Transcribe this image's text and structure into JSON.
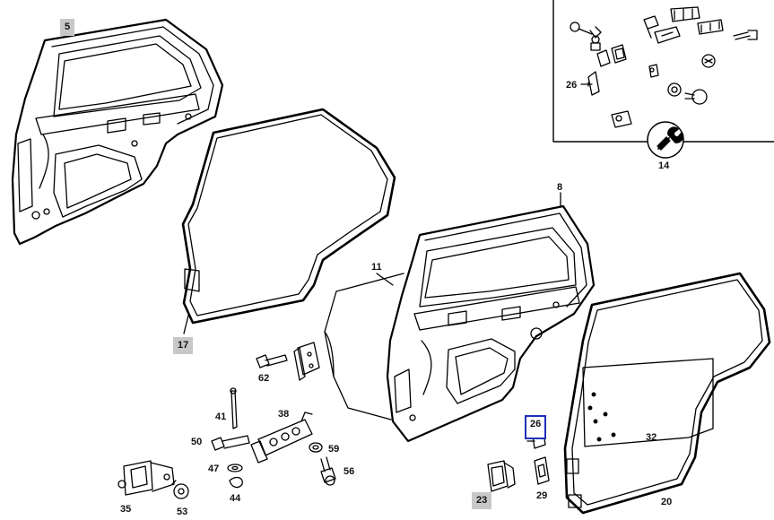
{
  "diagram": {
    "callouts": {
      "c5": "5",
      "c17": "17",
      "c23": "23",
      "c8": "8",
      "c11": "11",
      "c62": "62",
      "c41": "41",
      "c38": "38",
      "c50": "50",
      "c47": "47",
      "c44": "44",
      "c59": "59",
      "c56": "56",
      "c35": "35",
      "c53": "53",
      "c26_inset": "26",
      "c14": "14",
      "c26_selected": "26",
      "c29": "29",
      "c32": "32",
      "c20": "20"
    },
    "colors": {
      "line": "#000000",
      "shaded_label": "#c8c8c8",
      "selection_box": "#1f2fb8"
    }
  }
}
